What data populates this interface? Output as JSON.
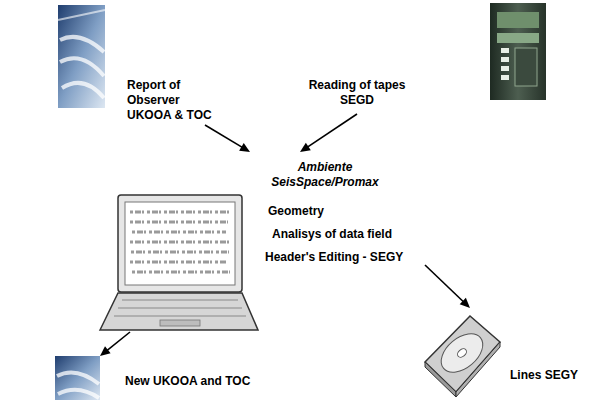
{
  "diagram": {
    "nodes": [
      {
        "text": [
          "Report of Observer UKOOA & TOC"
        ]
      },
      {
        "text": [
          "Reading of tapes SEGD"
        ]
      },
      {
        "text": [
          "Ambiente SeisSpace/Promax",
          "Geometry",
          "Analisys of data field",
          "Header's Editing - SEGY"
        ]
      },
      {
        "text": [
          "New UKOOA and TOC"
        ]
      },
      {
        "text": [
          "Lines SEGY"
        ]
      }
    ],
    "edges": [
      {
        "from": 0,
        "to": 2,
        "arrow": "to"
      },
      {
        "from": 1,
        "to": 2,
        "arrow": "to"
      },
      {
        "from": 2,
        "to": 3,
        "arrow": "to"
      },
      {
        "from": 2,
        "to": 4,
        "arrow": "to"
      }
    ]
  }
}
